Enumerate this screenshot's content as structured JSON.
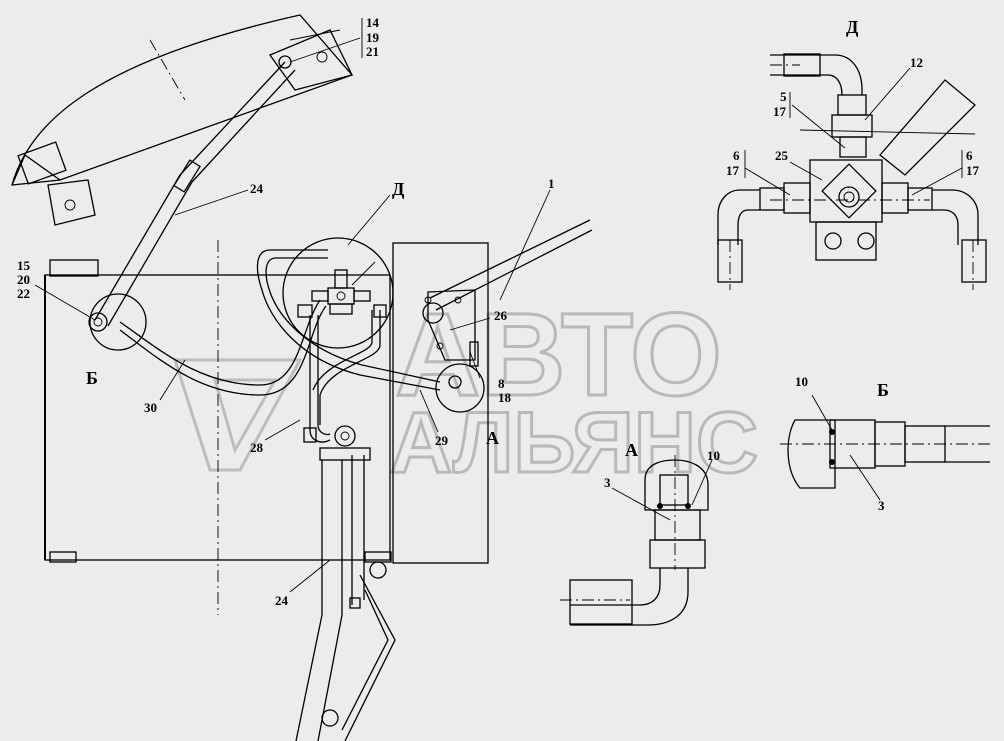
{
  "watermark": {
    "line1": "АВТО",
    "line2": "АЛЬЯНС"
  },
  "view_labels": {
    "D_top": "Д",
    "D_main": "Д",
    "B_main": "Б",
    "B_detail": "Б",
    "A_main": "А",
    "A_detail": "А"
  },
  "callouts": {
    "c14": "14",
    "c19": "19",
    "c21": "21",
    "c24a": "24",
    "c15": "15",
    "c20": "20",
    "c22": "22",
    "c30": "30",
    "c28": "28",
    "c24b": "24",
    "c29": "29",
    "c1": "1",
    "c26": "26",
    "c8": "8",
    "c18": "18",
    "c12": "12",
    "c5": "5",
    "c17a": "17",
    "c25": "25",
    "c6a": "6",
    "c17b": "17",
    "c6b": "6",
    "c17c": "17",
    "c10a": "10",
    "c3a": "3",
    "c10b": "10",
    "c3b": "3"
  }
}
